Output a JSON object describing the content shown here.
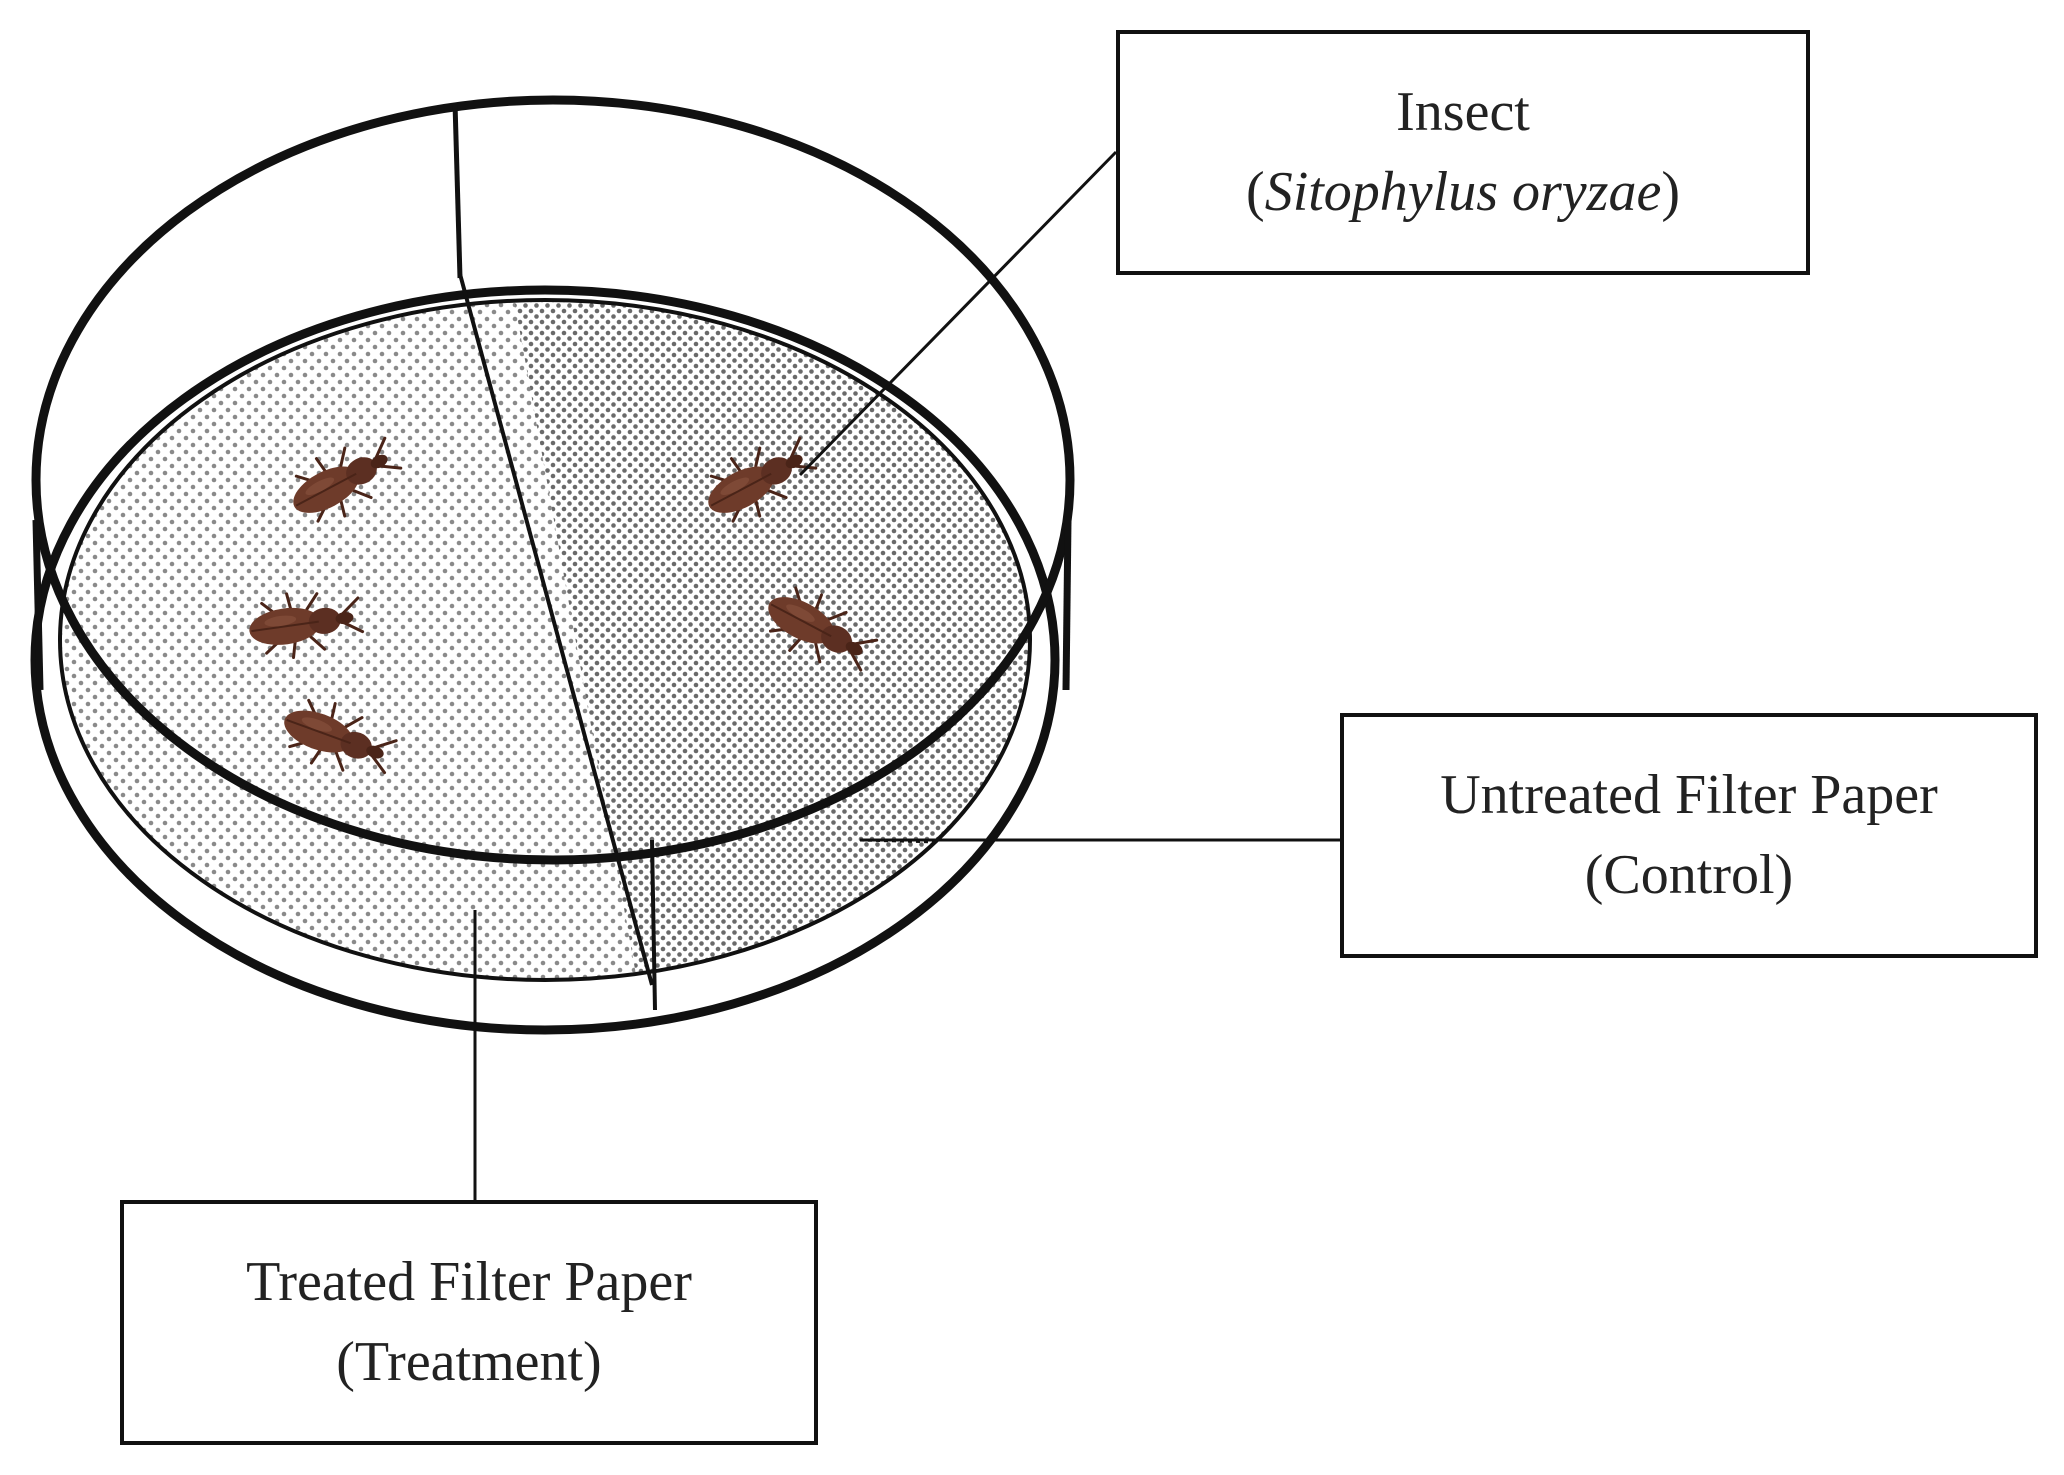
{
  "labels": {
    "insect": {
      "title": "Insect",
      "open_paren": "(",
      "species": "Sitophylus  oryzae",
      "close_paren": ")"
    },
    "untreated": {
      "title": "Untreated Filter Paper",
      "subtitle": "(Control)"
    },
    "treated": {
      "title": "Treated Filter Paper",
      "subtitle": "(Treatment)"
    }
  },
  "colors": {
    "outline": "#111111",
    "treated_paper_dots": "#8a8a8a",
    "untreated_paper_dots": "#6a6a6a",
    "insect_body": "#6e3b2a",
    "insect_dark": "#4a2418",
    "text": "#222222"
  },
  "insects": {
    "treated_side": 3,
    "untreated_side": 2
  }
}
